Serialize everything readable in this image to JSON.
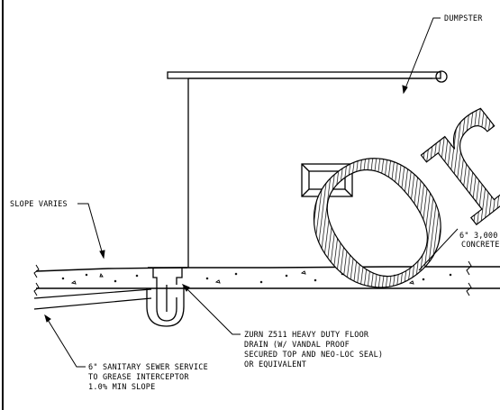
{
  "labels": {
    "dumpster": "DUMPSTER",
    "slope_varies": "SLOPE VARIES",
    "concrete_line1": "6\" 3,000",
    "concrete_line2": "CONCRETE",
    "drain_line1": "ZURN Z511 HEAVY DUTY FLOOR",
    "drain_line2": "DRAIN (W/ VANDAL PROOF",
    "drain_line3": "SECURED TOP AND NEO-LOC SEAL)",
    "drain_line4": "OR EQUIVALENT",
    "sewer_line1": "6\" SANITARY SEWER SERVICE",
    "sewer_line2": "TO GREASE INTERCEPTOR",
    "sewer_line3": "1.0% MIN SLOPE"
  },
  "watermark": "Or",
  "colors": {
    "line": "#000000",
    "background": "#ffffff"
  }
}
